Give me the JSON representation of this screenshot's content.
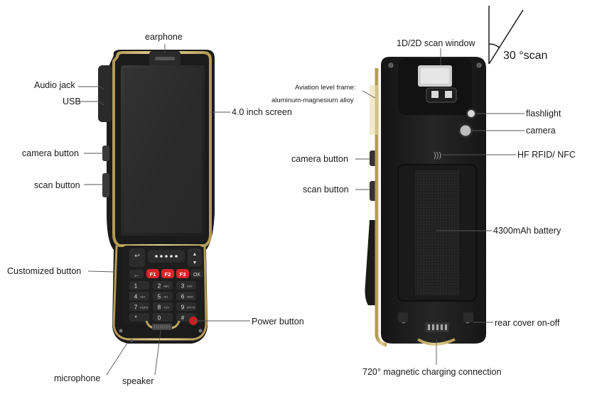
{
  "annotations": {
    "earphone": "earphone",
    "audio_jack": "Audio jack",
    "usb": "USB",
    "screen": "4.0 inch screen",
    "camera_button_front": "camera button",
    "scan_button_front": "scan button",
    "customized_button": "Customized button",
    "power_button": "Power button",
    "microphone": "microphone",
    "speaker": "speaker",
    "scan_window": "1D/2D scan window",
    "scan_angle": "30 °scan",
    "frame_line1": "Aviation level frame:",
    "frame_line2": "aluminum-magnesium alloy",
    "flashlight": "flashlight",
    "camera": "camera",
    "camera_button_back": "camera button",
    "hf_rfid": "HF RFID/ NFC",
    "scan_button_back": "scan button",
    "battery": "4300mAh battery",
    "rear_cover": "rear cover on-off",
    "charging": "720° magnetic charging connection"
  },
  "keypad": {
    "f_keys": [
      "F1",
      "F2",
      "F3"
    ],
    "ok": "OK",
    "digits": [
      "1",
      "2",
      "3",
      "4",
      "5",
      "6",
      "7",
      "8",
      "9",
      "*",
      "0",
      "#"
    ],
    "digit_letters": [
      "",
      "ABC",
      "DEF",
      "GHI",
      "JKL",
      "MNO",
      "PQRS",
      "TUV",
      "WXYZ",
      "",
      "",
      ""
    ]
  },
  "colors": {
    "frame_gold": "#d8c27a",
    "body_black": "#1c1c1c",
    "screen": "#2b2b2b",
    "f_key_red": "#d8262a",
    "power_red": "#c81f20"
  }
}
